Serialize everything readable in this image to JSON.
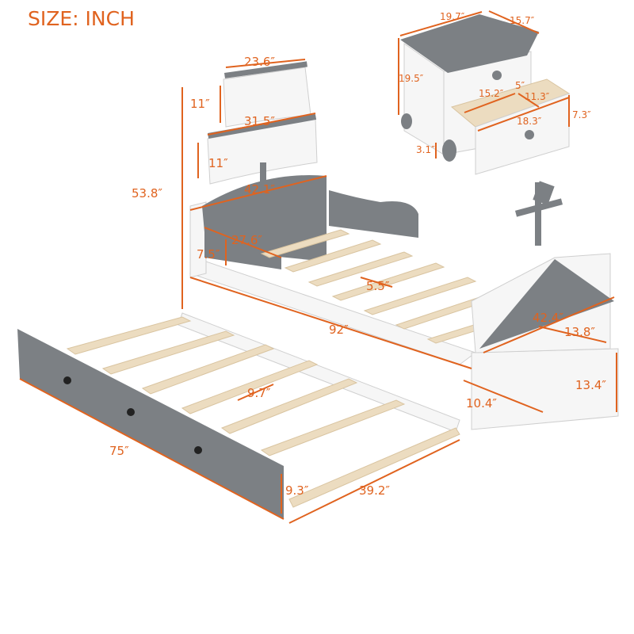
{
  "title": "SIZE: INCH",
  "colors": {
    "dimension": "#e0631f",
    "grey_panel": "#7c8084",
    "white_frame": "#f6f6f6",
    "wood_slat": "#ecdcc0"
  },
  "nightstand": {
    "width": "19.7″",
    "depth": "15.7″",
    "height": "19.5″",
    "drawer_inner_width": "15.2″",
    "drawer_inner_height": "5″",
    "drawer_inner_depth": "11.3″",
    "drawer_front_width": "18.3″",
    "drawer_front_height": "7.3″",
    "leg_height": "3.1″"
  },
  "bed": {
    "upper_panel_width": "23.6″",
    "upper_panel_height": "11″",
    "lower_panel_width": "31.5″",
    "lower_panel_height": "11″",
    "total_height": "53.8″",
    "headboard_width": "42.1″",
    "side_rail_length": "27.6″",
    "side_rail_height": "7.5″",
    "slat_gap": "5.5″",
    "length": "92″",
    "bow_width": "42.4″",
    "bow_depth": "13.8″",
    "bow_height": "13.4″",
    "frame_height": "10.4″"
  },
  "trundle": {
    "slat_gap": "9.7″",
    "length": "75″",
    "height": "9.3″",
    "width": "39.2″"
  }
}
